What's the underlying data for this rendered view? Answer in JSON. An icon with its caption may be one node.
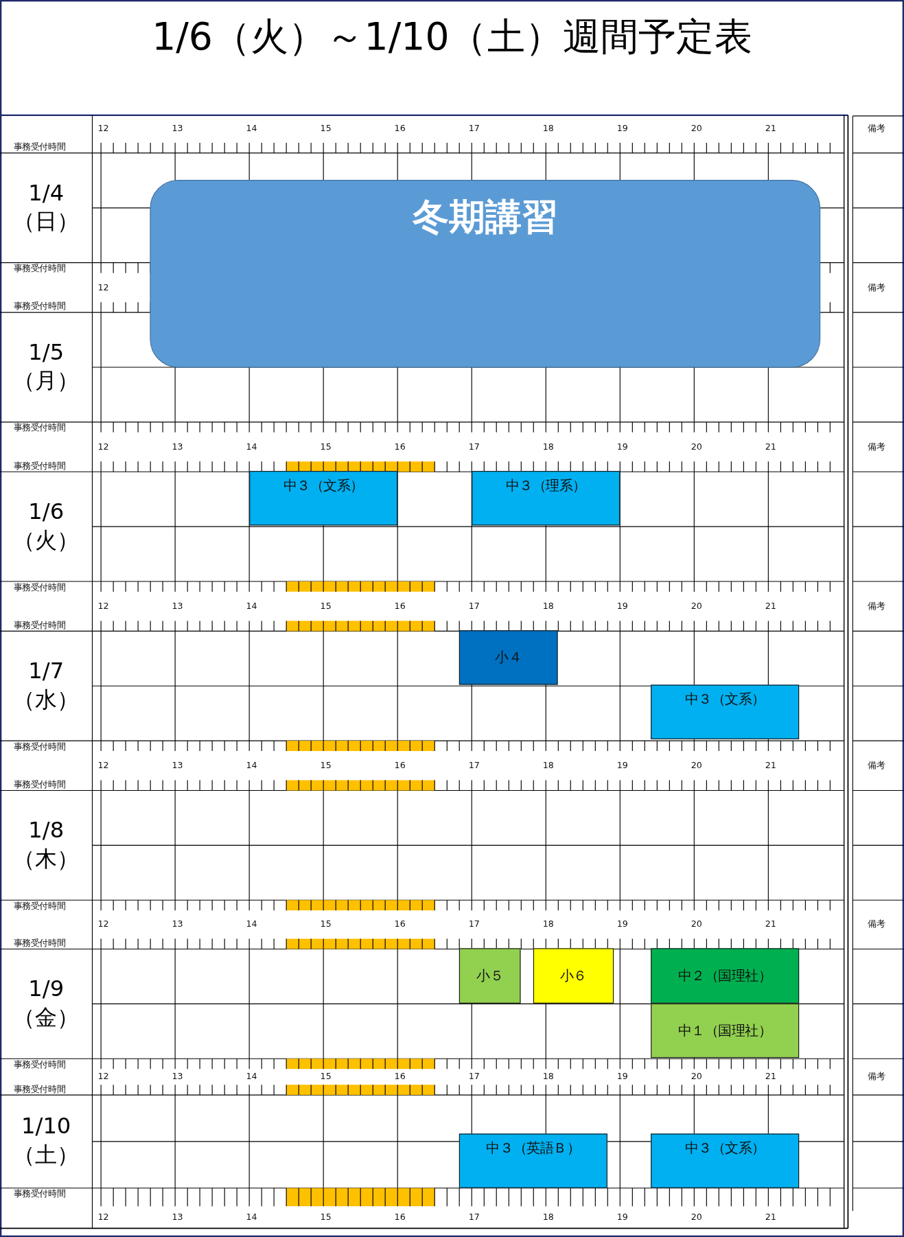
{
  "diagram": {
    "title": "1/6（火）～1/10（土）週間予定表",
    "nodes": [
      {
        "text": [
          "冬期講習"
        ]
      },
      {
        "text": [
          "中３（文系）"
        ]
      },
      {
        "text": [
          "中３（理系）"
        ]
      },
      {
        "text": [
          "小４"
        ]
      },
      {
        "text": [
          "中３（文系）"
        ]
      },
      {
        "text": [
          "小５"
        ]
      },
      {
        "text": [
          "小６"
        ]
      },
      {
        "text": [
          "中２（国理社）"
        ]
      },
      {
        "text": [
          "中１（国理社）"
        ]
      },
      {
        "text": [
          "中３（英語Ｂ）"
        ]
      },
      {
        "text": [
          "中３（文系）"
        ]
      }
    ],
    "labels": [
      "12",
      "13",
      "14",
      "15",
      "16",
      "17",
      "18",
      "19",
      "20",
      "21",
      "備考",
      "事務受付時間",
      "1/4 （日）",
      "事務受付時間",
      "12",
      "備考",
      "事務受付時間",
      "1/5 （月）",
      "事務受付時間",
      "12",
      "13",
      "14",
      "15",
      "16",
      "17",
      "18",
      "19",
      "20",
      "21",
      "備考",
      "事務受付時間",
      "1/6 （火）",
      "事務受付時間",
      "12",
      "13",
      "14",
      "15",
      "16",
      "17",
      "18",
      "19",
      "20",
      "21",
      "備考",
      "事務受付時間",
      "1/7 （水）",
      "事務受付時間",
      "12",
      "13",
      "14",
      "15",
      "16",
      "17",
      "18",
      "19",
      "20",
      "21",
      "備考",
      "事務受付時間",
      "1/8 （木）",
      "事務受付時間",
      "12",
      "13",
      "14",
      "15",
      "16",
      "17",
      "18",
      "19",
      "20",
      "21",
      "備考",
      "事務受付時間",
      "1/9 （金）",
      "事務受付時間",
      "12",
      "13",
      "14",
      "15",
      "16",
      "17",
      "18",
      "19",
      "20",
      "21",
      "備考",
      "事務受付時間",
      "1/10 （土）",
      "事務受付時間",
      "12",
      "13",
      "14",
      "15",
      "16",
      "17",
      "18",
      "19",
      "20",
      "21"
    ]
  }
}
